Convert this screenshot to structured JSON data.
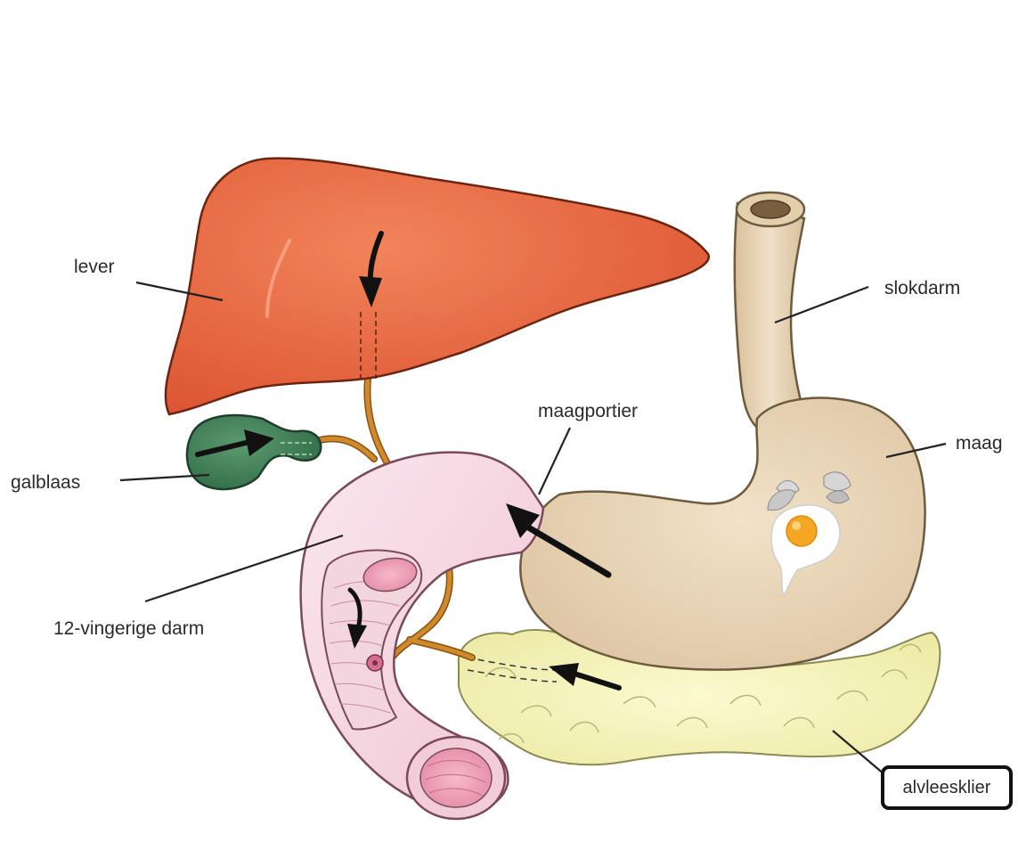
{
  "diagram": {
    "labels": {
      "lever": "lever",
      "slokdarm": "slokdarm",
      "maagportier": "maagportier",
      "maag": "maag",
      "galblaas": "galblaas",
      "duodenum": "12-vingerige darm",
      "alvleesklier": "alvleesklier"
    },
    "highlighted_label": "alvleesklier",
    "colors": {
      "liver": "#e8653f",
      "gallbladder": "#3f7f55",
      "bile_duct": "#c77a22",
      "duodenum": "#f4d3df",
      "stomach": "#e7d2b2",
      "pancreas": "#f4f2b2",
      "arrow": "#111111"
    }
  }
}
